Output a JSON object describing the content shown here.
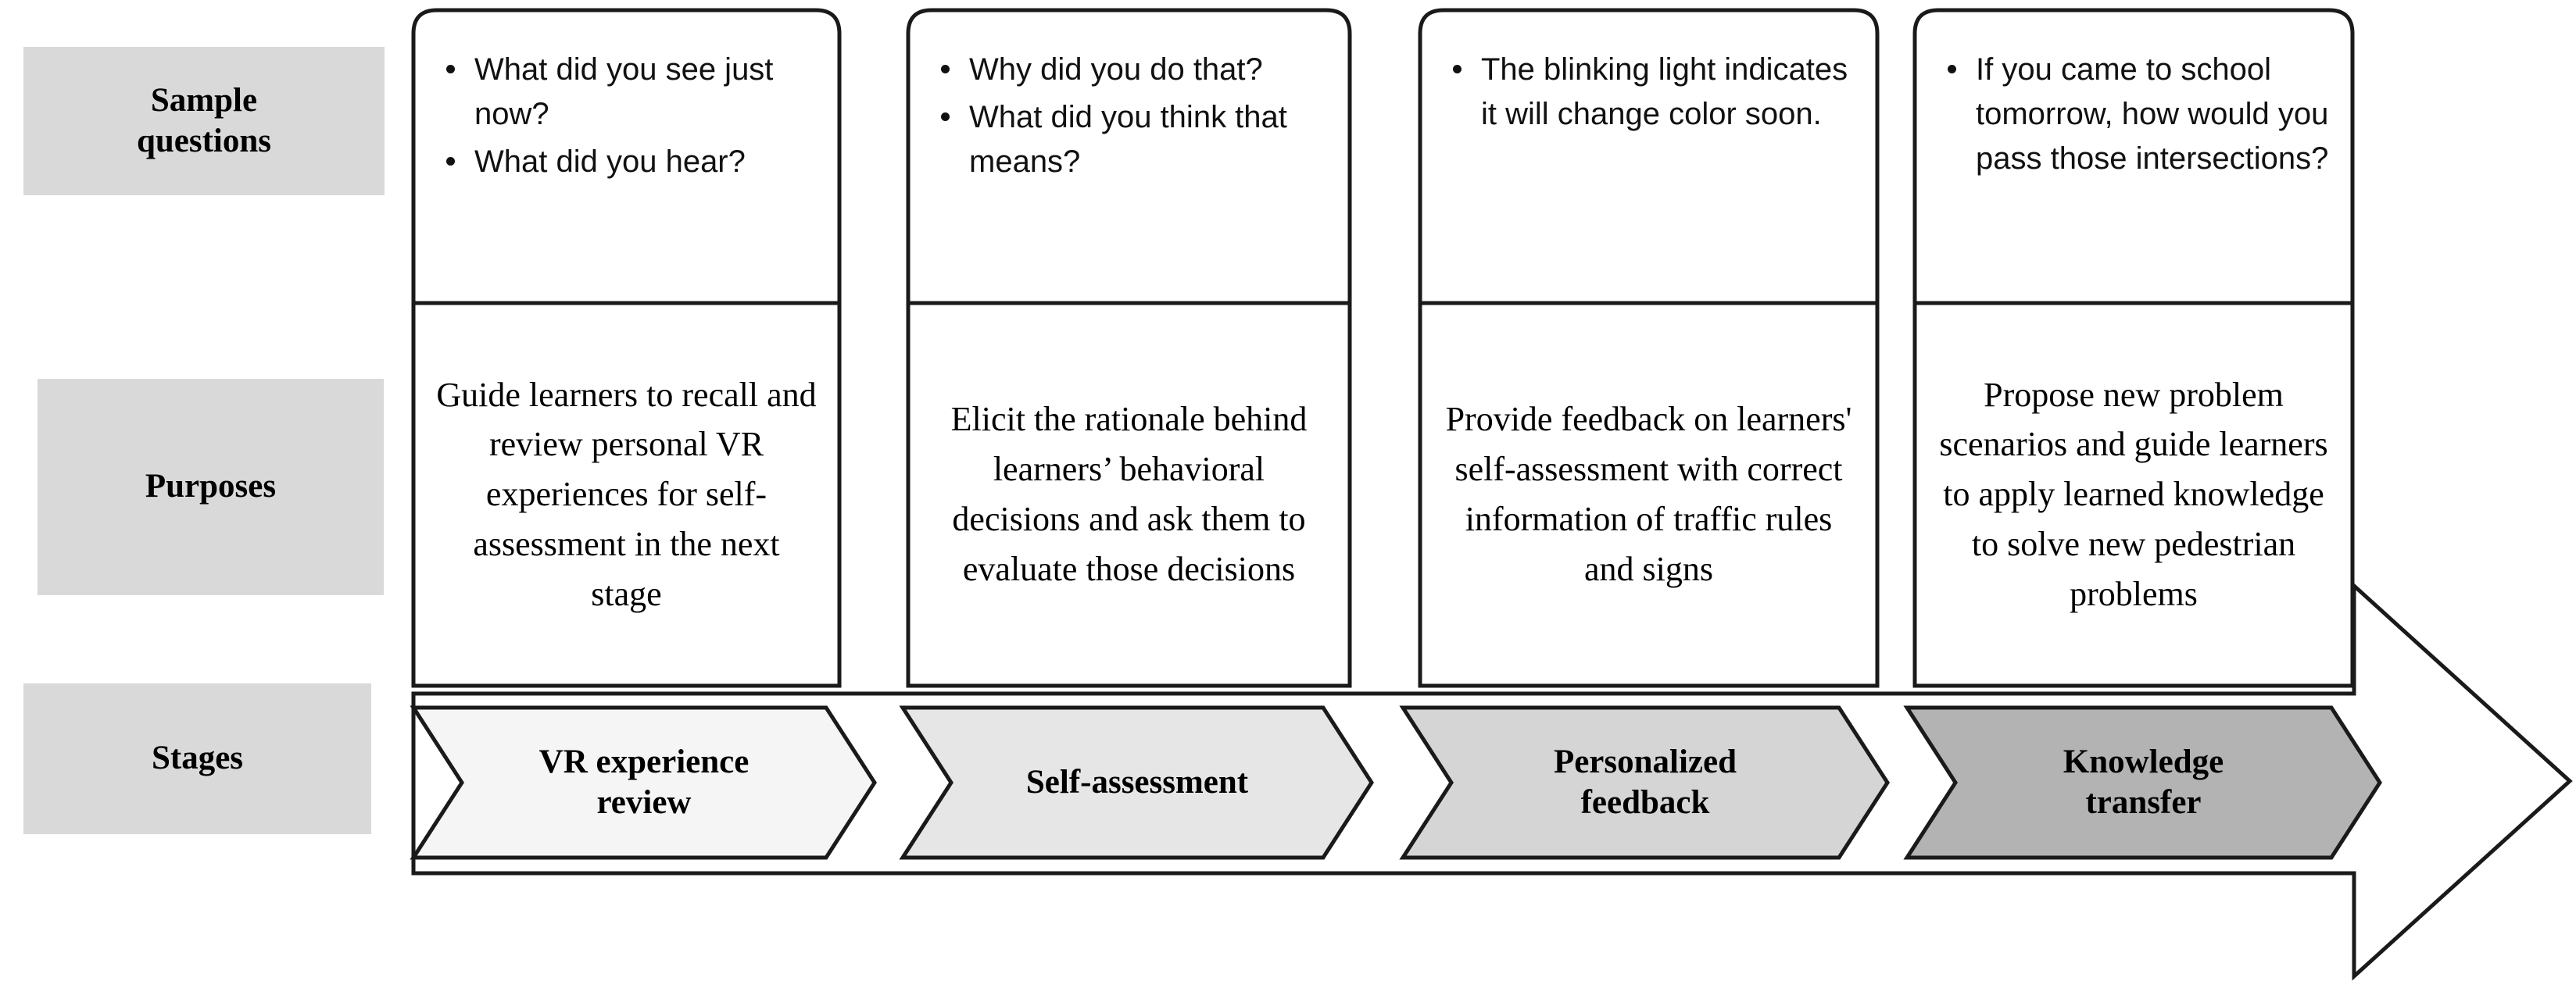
{
  "diagram": {
    "rows": [
      {
        "key": "sample_questions",
        "label": "Sample\nquestions"
      },
      {
        "key": "purposes",
        "label": "Purposes"
      },
      {
        "key": "stages",
        "label": "Stages"
      }
    ],
    "row_label_bg": "#d9d9d9",
    "columns": [
      {
        "stage": "VR experience\nreview",
        "stage_fill": "#f5f5f5",
        "questions": [
          "What did you see just now?",
          "What did you hear?"
        ],
        "purpose": "Guide learners to recall and review personal VR experiences for self-assessment in the next stage"
      },
      {
        "stage": "Self-assessment",
        "stage_fill": "#e6e6e6",
        "questions": [
          "Why did you do that?",
          "What did you think that means?"
        ],
        "purpose": "Elicit the rationale behind learners’ behavioral decisions and ask them to evaluate those decisions"
      },
      {
        "stage": "Personalized\nfeedback",
        "stage_fill": "#d5d5d5",
        "questions": [
          "The blinking light indicates it will change color soon."
        ],
        "purpose": "Provide feedback on learners' self-assessment with correct information of traffic rules and signs"
      },
      {
        "stage": "Knowledge\ntransfer",
        "stage_fill": "#b3b3b3",
        "questions": [
          "If you came to school tomorrow, how would you pass those intersections?"
        ],
        "purpose": "Propose new problem scenarios and guide learners to apply learned knowledge to solve new pedestrian problems"
      }
    ],
    "stroke_color": "#1a1a1a",
    "background": "#ffffff"
  }
}
